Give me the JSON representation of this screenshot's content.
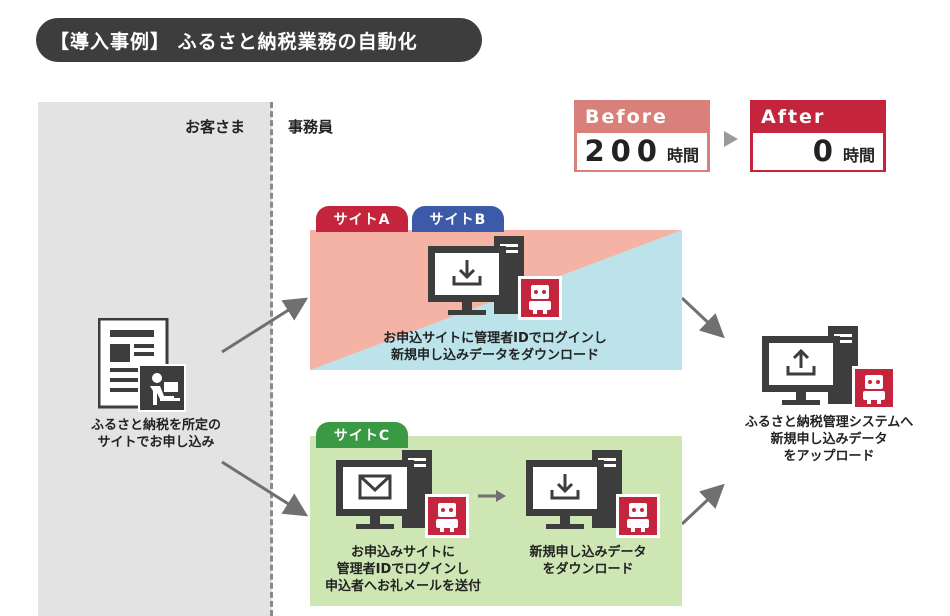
{
  "title": "【導入事例】 ふるさと納税業務の自動化",
  "lanes": {
    "customer": "お客さま",
    "staff": "事務員"
  },
  "before": {
    "label": "Before",
    "value": "200",
    "unit": "時間"
  },
  "after": {
    "label": "After",
    "value": "0",
    "unit": "時間"
  },
  "customer_caption": [
    "ふるさと納税を所定の",
    "サイトでお申し込み"
  ],
  "group_ab": {
    "tags": [
      "サイトA",
      "サイトB"
    ],
    "caption": [
      "お申込サイトに管理者IDでログインし",
      "新規申し込みデータをダウンロード"
    ]
  },
  "group_c": {
    "tag": "サイトC",
    "caption1": [
      "お申込みサイトに",
      "管理者IDでログインし",
      "申込者へお礼メールを送付"
    ],
    "caption2": [
      "新規申し込みデータ",
      "をダウンロード"
    ]
  },
  "upload_caption": [
    "ふるさと納税管理システムへ",
    "新規申し込みデータ",
    "をアップロード"
  ],
  "colors": {
    "before": "#d88079",
    "after": "#c4253d",
    "dark": "#3d3d3d",
    "site_a": "#c4253d",
    "site_b": "#3c5aa8",
    "site_c": "#3a9a44",
    "pink": "#f4b3a5",
    "cyan": "#bde3ea",
    "green": "#cde6b4"
  },
  "icons": [
    "document-icon",
    "person-at-desk-icon",
    "computer-icon",
    "download-icon",
    "upload-icon",
    "mail-icon",
    "robot-icon",
    "arrow-icon"
  ]
}
